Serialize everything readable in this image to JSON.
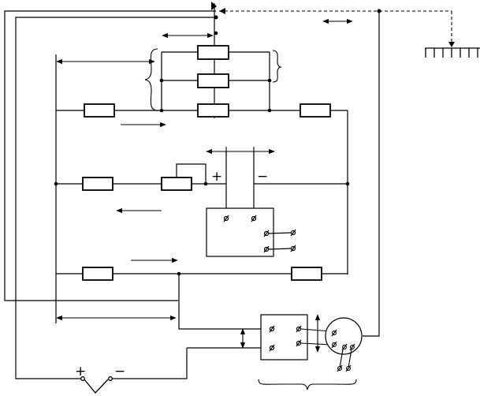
{
  "diagram": {
    "type": "circuit-schematic",
    "symbols": {
      "plus_upper": "+",
      "minus_upper": "−",
      "plus_lower": "+",
      "minus_lower": "−"
    },
    "parts": [
      "resistor",
      "resistor",
      "resistor",
      "resistor",
      "resistor",
      "resistor",
      "resistor",
      "resistor",
      "resistor",
      "terminal-box",
      "terminal-box",
      "round-terminal-housing",
      "comb-electrode",
      "switch"
    ]
  }
}
